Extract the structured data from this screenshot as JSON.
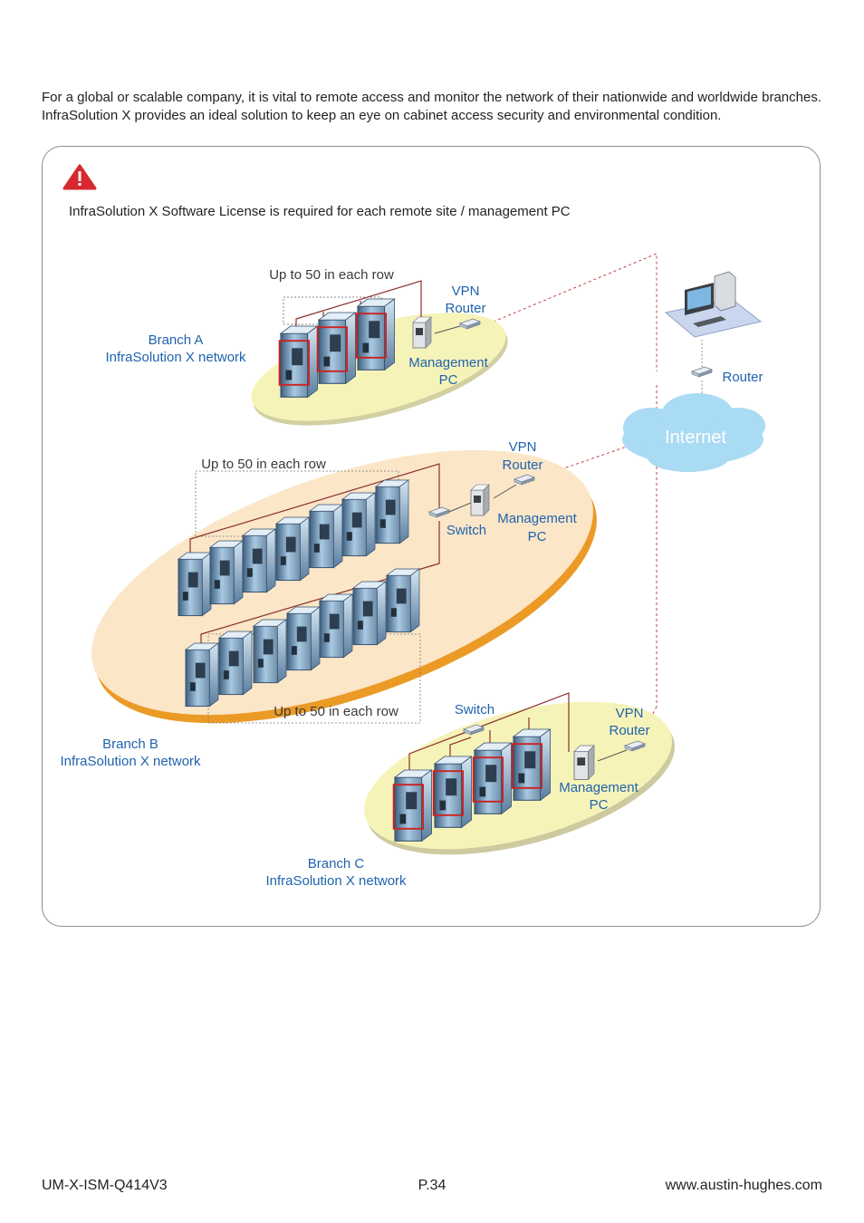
{
  "intro_text": "For a global or scalable company, it is vital to remote access and monitor the network of their nationwide and worldwide branches. InfraSolution X provides an ideal solution to keep an eye on cabinet access security and environmental condition.",
  "notice": {
    "icon": "warning-icon",
    "color": "#d7282f",
    "text": "InfraSolution X Software License is required for each remote site / management PC"
  },
  "diagram": {
    "branch_a": {
      "name": "Branch A",
      "network": "InfraSolution X network",
      "row_label": "Up to 50 in each row",
      "vpn_router": [
        "VPN",
        "Router"
      ],
      "management_pc": [
        "Management",
        "PC"
      ]
    },
    "branch_b": {
      "name": "Branch B",
      "network": "InfraSolution X network",
      "row_label_top": "Up to 50 in each row",
      "row_label_bottom": "Up to 50 in each row",
      "vpn_router": [
        "VPN",
        "Router"
      ],
      "switch": "Switch",
      "management_pc": [
        "Management",
        "PC"
      ]
    },
    "branch_c": {
      "name": "Branch C",
      "network": "InfraSolution X network",
      "switch": "Switch",
      "vpn_router": [
        "VPN",
        "Router"
      ],
      "management_pc": [
        "Management",
        "PC"
      ]
    },
    "remote": {
      "router": "Router",
      "internet": "Internet"
    },
    "colors": {
      "label_blue": "#1f63ad",
      "ellipse_yellow": "#f6f3b9",
      "ellipse_peach": "#fbe6c8",
      "ellipse_orange_edge": "#eb9a26",
      "cloud": "#a9dbf4",
      "cable": "#8b2e2e"
    }
  },
  "footer": {
    "doc_code": "UM-X-ISM-Q414V3",
    "page": "P.34",
    "website": "www.austin-hughes.com"
  }
}
